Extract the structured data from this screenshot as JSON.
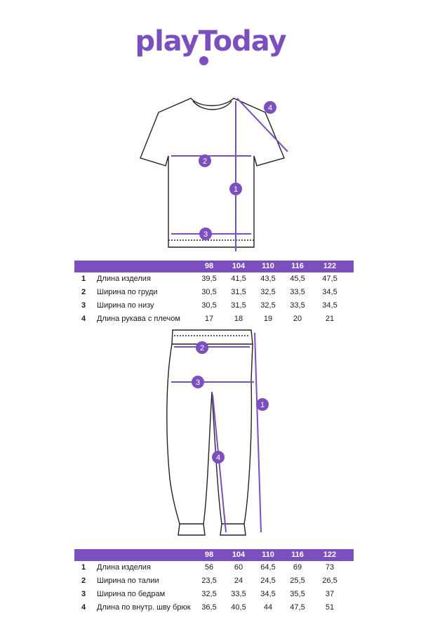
{
  "brand": {
    "name": "playToday",
    "color": "#7b4fbd"
  },
  "tshirt_markers": [
    "4",
    "2",
    "1",
    "3"
  ],
  "pants_markers": [
    "2",
    "3",
    "1",
    "4"
  ],
  "top_table": {
    "sizes": [
      "98",
      "104",
      "110",
      "116",
      "122"
    ],
    "rows": [
      {
        "num": "1",
        "label": "Длина изделия",
        "values": [
          "39,5",
          "41,5",
          "43,5",
          "45,5",
          "47,5"
        ]
      },
      {
        "num": "2",
        "label": "Ширина по груди",
        "values": [
          "30,5",
          "31,5",
          "32,5",
          "33,5",
          "34,5"
        ]
      },
      {
        "num": "3",
        "label": "Ширина по низу",
        "values": [
          "30,5",
          "31,5",
          "32,5",
          "33,5",
          "34,5"
        ]
      },
      {
        "num": "4",
        "label": "Длина рукава с плечом",
        "values": [
          "17",
          "18",
          "19",
          "20",
          "21"
        ]
      }
    ]
  },
  "bottom_table": {
    "sizes": [
      "98",
      "104",
      "110",
      "116",
      "122"
    ],
    "rows": [
      {
        "num": "1",
        "label": "Длина изделия",
        "values": [
          "56",
          "60",
          "64,5",
          "69",
          "73"
        ]
      },
      {
        "num": "2",
        "label": "Ширина по талии",
        "values": [
          "23,5",
          "24",
          "24,5",
          "25,5",
          "26,5"
        ]
      },
      {
        "num": "3",
        "label": "Ширина по бедрам",
        "values": [
          "32,5",
          "33,5",
          "34,5",
          "35,5",
          "37"
        ]
      },
      {
        "num": "4",
        "label": "Длина по внутр. шву брюк",
        "values": [
          "36,5",
          "40,5",
          "44",
          "47,5",
          "51"
        ]
      }
    ]
  }
}
